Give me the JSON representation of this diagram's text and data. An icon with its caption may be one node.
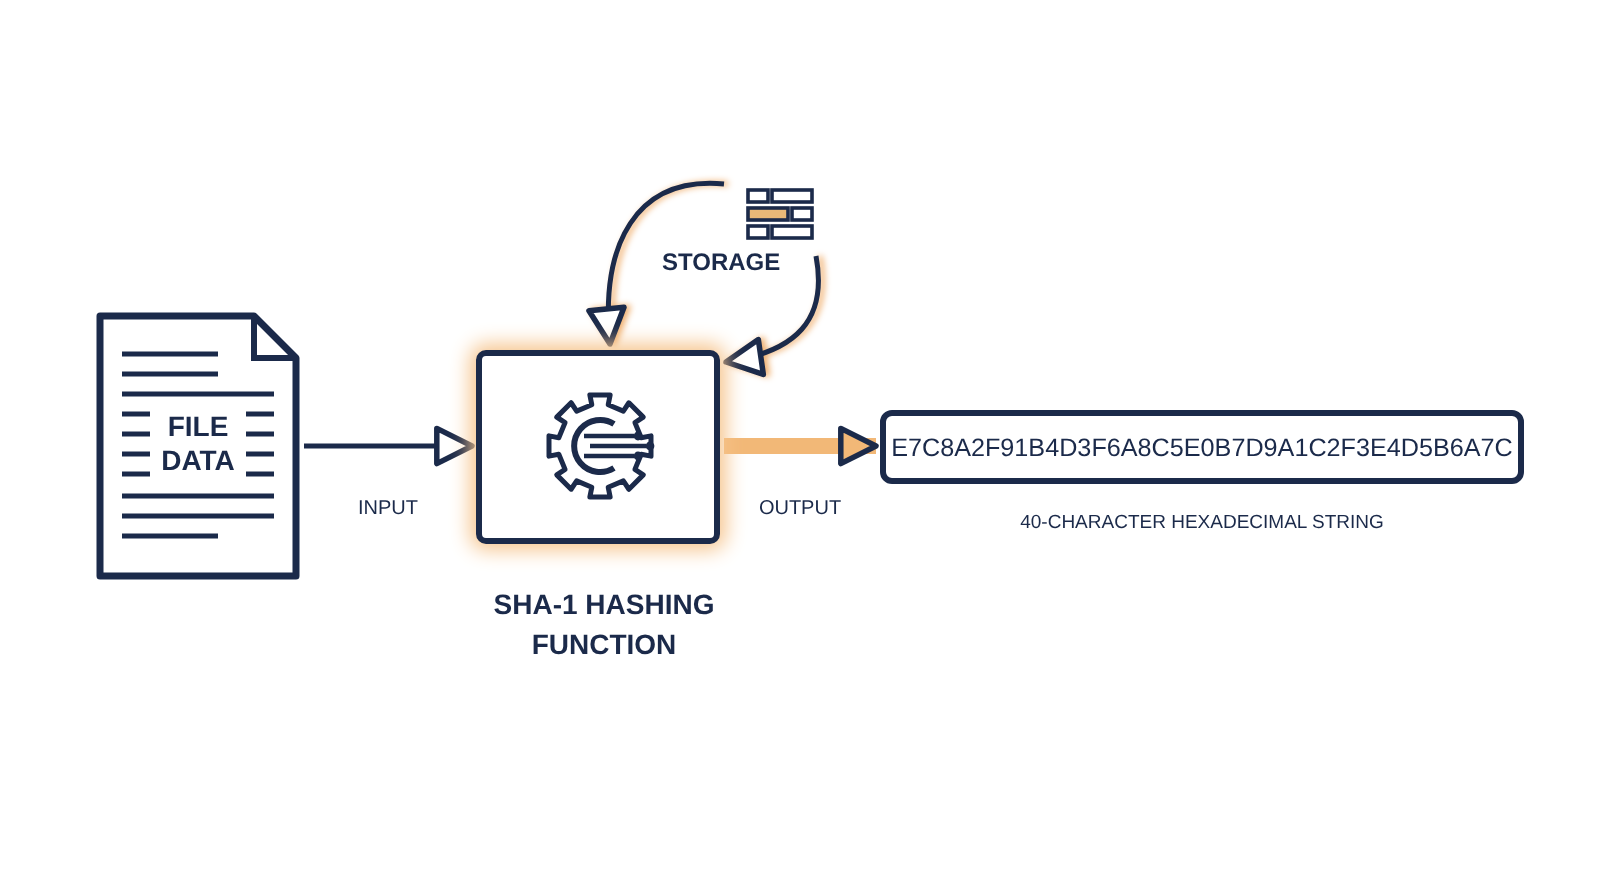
{
  "diagram": {
    "nodes": [
      {
        "text": [
          "FILE DATA"
        ]
      },
      {
        "text": [
          "SHA-1 HASHING FUNCTION"
        ]
      },
      {
        "text": [
          "STORAGE"
        ]
      },
      {
        "text": [
          "E7C8A2F91B4D3F6A8C5E0B7D9A1C2F3E4D5B6A7C"
        ],
        "beside": [
          "40-CHARACTER HEXADECIMAL STRING"
        ]
      }
    ],
    "edges": [
      {
        "from": 0,
        "to": 1,
        "arrow": "to",
        "label": "INPUT"
      },
      {
        "from": 1,
        "to": 3,
        "arrow": "to",
        "label": "OUTPUT",
        "style": "thick",
        "color": "#f2b877"
      },
      {
        "from": 2,
        "to": 1,
        "arrow": "to"
      },
      {
        "from": 2,
        "to": 1,
        "arrow": "to"
      }
    ]
  }
}
